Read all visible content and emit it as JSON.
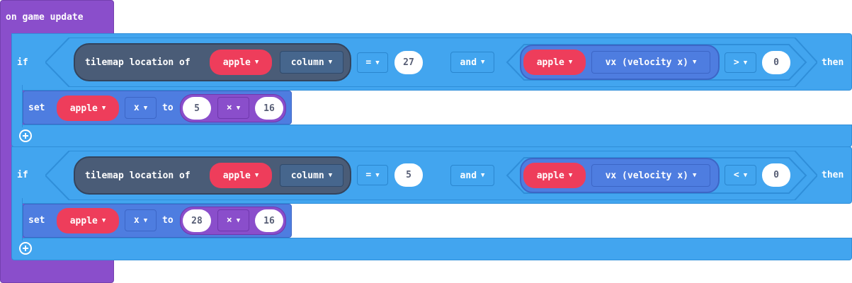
{
  "event": {
    "label": "on game update"
  },
  "if_blocks": [
    {
      "if_label": "if",
      "then_label": "then",
      "tilemap_label": "tilemap location of",
      "sprite": "apple",
      "prop": "column",
      "cmp_op": "=",
      "cmp_value": "27",
      "logic_op": "and",
      "vel_sprite": "apple",
      "vel_prop": "vx (velocity x)",
      "vel_op": ">",
      "vel_value": "0",
      "set": {
        "set_label": "set",
        "sprite": "apple",
        "prop": "x",
        "to_label": "to",
        "left": "5",
        "op": "×",
        "right": "16"
      }
    },
    {
      "if_label": "if",
      "then_label": "then",
      "tilemap_label": "tilemap location of",
      "sprite": "apple",
      "prop": "column",
      "cmp_op": "=",
      "cmp_value": "5",
      "logic_op": "and",
      "vel_sprite": "apple",
      "vel_prop": "vx (velocity x)",
      "vel_op": "<",
      "vel_value": "0",
      "set": {
        "set_label": "set",
        "sprite": "apple",
        "prop": "x",
        "to_label": "to",
        "left": "28",
        "op": "×",
        "right": "16"
      }
    }
  ],
  "colors": {
    "event": "#8a4ecb",
    "logic": "#42a5ef",
    "sprites": "#4e7de0",
    "sprite_var": "#ee3d5b",
    "tilemap": "#4a5c77"
  },
  "icons": {
    "dropdown": "caret-down-icon",
    "add": "plus-circle-icon"
  }
}
